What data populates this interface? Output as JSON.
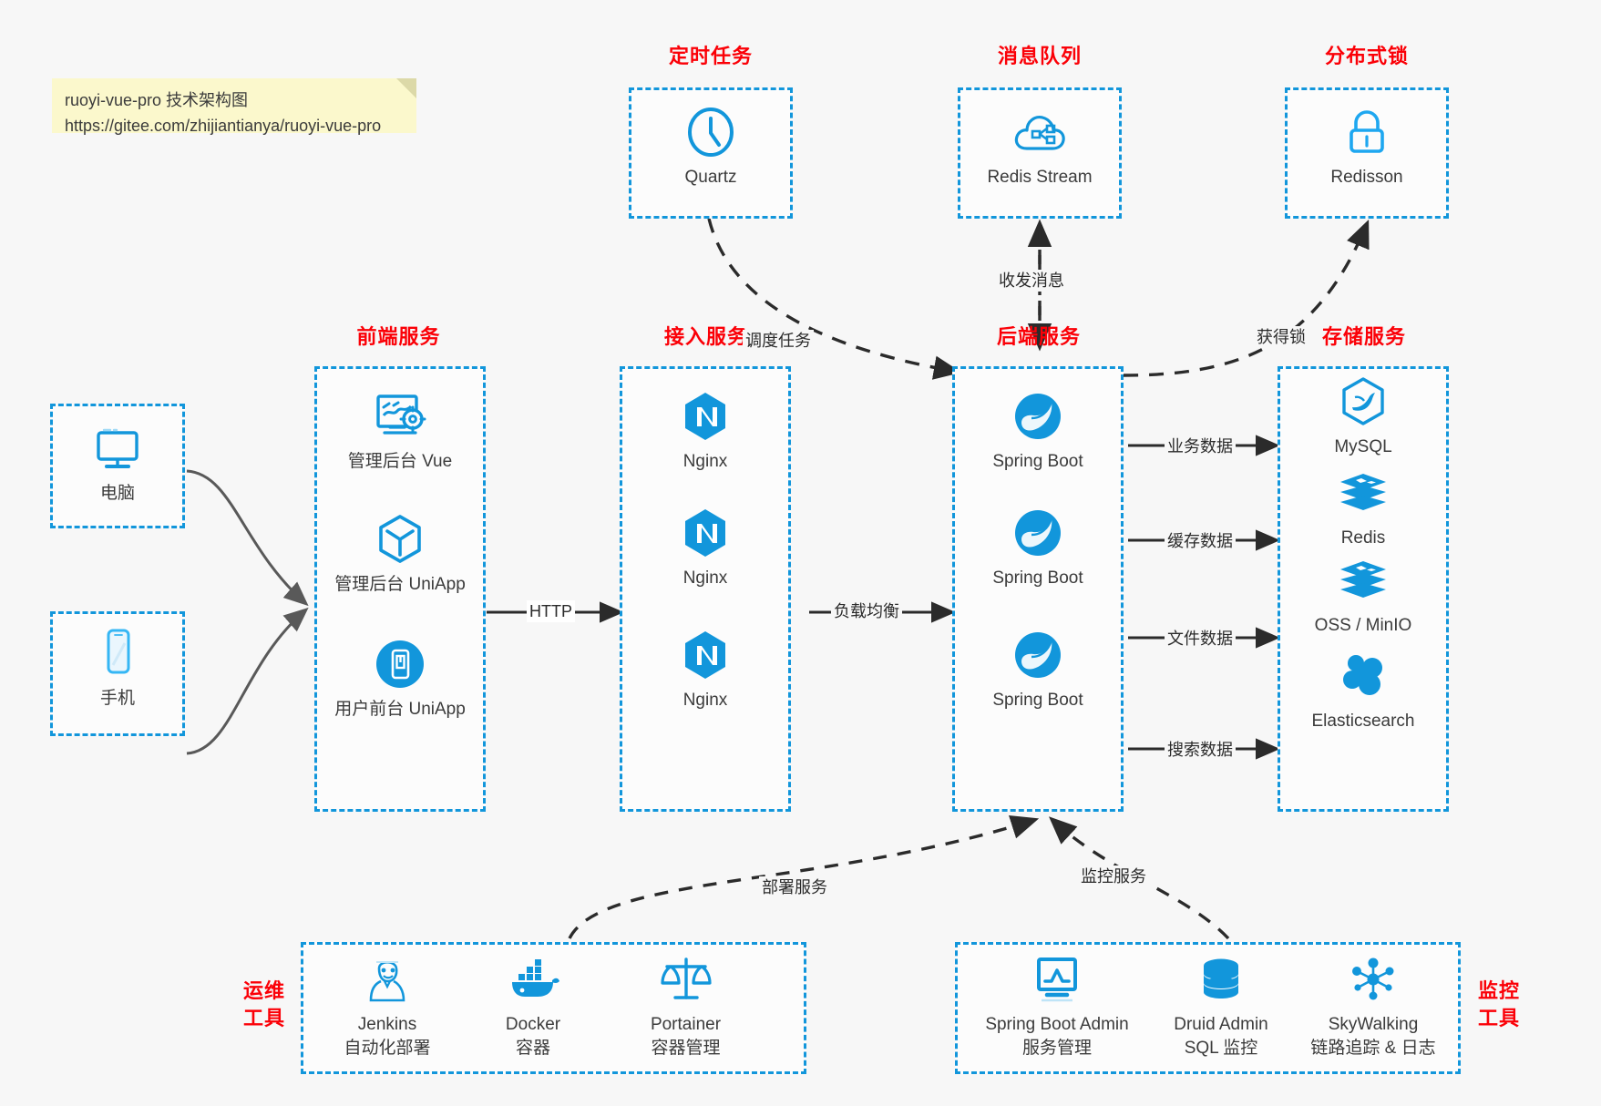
{
  "note": {
    "line1": "ruoyi-vue-pro 技术架构图",
    "line2": "https://gitee.com/zhijiantianya/ruoyi-vue-pro"
  },
  "colors": {
    "accent": "#1296db",
    "title_red": "#fb0007",
    "text": "#3b3b3b",
    "background": "#f7f7f7",
    "note_bg": "#fbf8cc",
    "edge": "#2b2b2b",
    "edge_solid_gray": "#595959"
  },
  "groups": {
    "scheduled_task": {
      "title": "定时任务"
    },
    "message_queue": {
      "title": "消息队列"
    },
    "distributed_lock": {
      "title": "分布式锁"
    },
    "frontend": {
      "title": "前端服务"
    },
    "gateway": {
      "title": "接入服务"
    },
    "backend": {
      "title": "后端服务"
    },
    "storage": {
      "title": "存储服务"
    },
    "devops": {
      "title_line1": "运维",
      "title_line2": "工具"
    },
    "monitor": {
      "title_line1": "监控",
      "title_line2": "工具"
    }
  },
  "nodes": {
    "quartz": {
      "label": "Quartz",
      "icon": "clock-icon"
    },
    "redis_stream": {
      "label": "Redis Stream",
      "icon": "cloud-stream-icon"
    },
    "redisson": {
      "label": "Redisson",
      "icon": "lock-icon"
    },
    "pc": {
      "label": "电脑",
      "icon": "desktop-icon"
    },
    "mobile": {
      "label": "手机",
      "icon": "smartphone-icon"
    },
    "admin_vue": {
      "label": "管理后台 Vue",
      "icon": "dashboard-gear-icon"
    },
    "admin_uniapp": {
      "label": "管理后台 UniApp",
      "icon": "cube-icon"
    },
    "user_uniapp": {
      "label": "用户前台 UniApp",
      "icon": "mobile-app-icon"
    },
    "nginx1": {
      "label": "Nginx",
      "icon": "nginx-icon"
    },
    "nginx2": {
      "label": "Nginx",
      "icon": "nginx-icon"
    },
    "nginx3": {
      "label": "Nginx",
      "icon": "nginx-icon"
    },
    "spring1": {
      "label": "Spring Boot",
      "icon": "spring-leaf-icon"
    },
    "spring2": {
      "label": "Spring Boot",
      "icon": "spring-leaf-icon"
    },
    "spring3": {
      "label": "Spring Boot",
      "icon": "spring-leaf-icon"
    },
    "mysql": {
      "label": "MySQL",
      "icon": "mysql-dolphin-icon"
    },
    "redis": {
      "label": "Redis",
      "icon": "redis-stack-icon"
    },
    "oss": {
      "label": "OSS / MinIO",
      "icon": "redis-stack-icon"
    },
    "elasticsearch": {
      "label": "Elasticsearch",
      "icon": "elasticsearch-icon"
    },
    "jenkins": {
      "label": "Jenkins",
      "sub": "自动化部署",
      "icon": "jenkins-butler-icon"
    },
    "docker": {
      "label": "Docker",
      "sub": "容器",
      "icon": "docker-whale-icon"
    },
    "portainer": {
      "label": "Portainer",
      "sub": "容器管理",
      "icon": "scales-icon"
    },
    "sba": {
      "label": "Spring Boot Admin",
      "sub": "服务管理",
      "icon": "monitor-chart-icon"
    },
    "druid": {
      "label": "Druid Admin",
      "sub": "SQL 监控",
      "icon": "database-icon"
    },
    "skywalking": {
      "label": "SkyWalking",
      "sub": "链路追踪 & 日志",
      "icon": "network-nodes-icon"
    }
  },
  "edges": {
    "http": "HTTP",
    "load_balance": "负载均衡",
    "schedule_task": "调度任务",
    "send_receive_message": "收发消息",
    "acquire_lock": "获得锁",
    "business_data": "业务数据",
    "cache_data": "缓存数据",
    "file_data": "文件数据",
    "search_data": "搜索数据",
    "deploy_service": "部署服务",
    "monitor_service": "监控服务"
  }
}
